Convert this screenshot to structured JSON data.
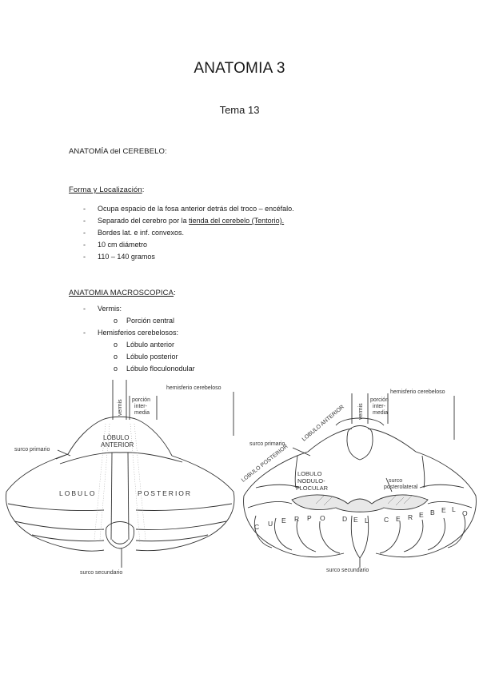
{
  "doc": {
    "title": "ANATOMIA 3",
    "subtitle": "Tema 13",
    "section1_heading": "ANATOMÍA del CEREBELO:",
    "forma_heading": "Forma y Localización",
    "forma_colon": ":",
    "forma_items": [
      "Ocupa espacio de la fosa anterior detrás del troco – encéfalo.",
      "Separado del cerebro por la ",
      "Bordes lat. e inf. convexos.",
      "10 cm diámetro",
      "110 – 140 gramos"
    ],
    "forma_item2_underlined": "tienda del cerebelo (Tentorio).",
    "macro_heading": "ANATOMIA MACROSCOPICA",
    "macro_colon": ":",
    "macro_items": {
      "vermis": "Vermis:",
      "vermis_sub": [
        "Porción central"
      ],
      "hemis": "Hemisferios cerebelosos:",
      "hemis_sub": [
        "Lóbulo anterior",
        "Lóbulo posterior",
        "Lóbulo floculonodular"
      ]
    },
    "dash": "-",
    "bullet": "o"
  },
  "figure_left": {
    "vermis": "vermis",
    "porcion": [
      "porción",
      "inter-",
      "media"
    ],
    "hemisferio": "hemisferio cerebeloso",
    "surco_primario": "surco primario",
    "lobulo_anterior": [
      "LÓBULO",
      "ANTERIOR"
    ],
    "lobulo": "LOBULO",
    "posterior": "POSTERIOR",
    "surco_secundario": "surco secundario"
  },
  "figure_right": {
    "vermis": "vermis",
    "porcion": [
      "porción",
      "inter-",
      "media"
    ],
    "hemisferio": "hemisferio cerebeloso",
    "surco_primario": "surco primario",
    "lobulo_anterior": "LOBULO ANTERIOR",
    "lobulo_posterior": "LOBULO POSTERIOR",
    "nodulo": [
      "LOBULO",
      "NODULO-",
      "FLOCULAR"
    ],
    "surco_post": [
      "surco",
      "posterolateral"
    ],
    "cuerpo": [
      "C",
      "U",
      "E",
      "R",
      "P",
      "O",
      "D",
      "E",
      "L",
      "C",
      "E",
      "R",
      "E",
      "B",
      "E",
      "L",
      "O"
    ],
    "surco_secundario": "surco secundario"
  }
}
